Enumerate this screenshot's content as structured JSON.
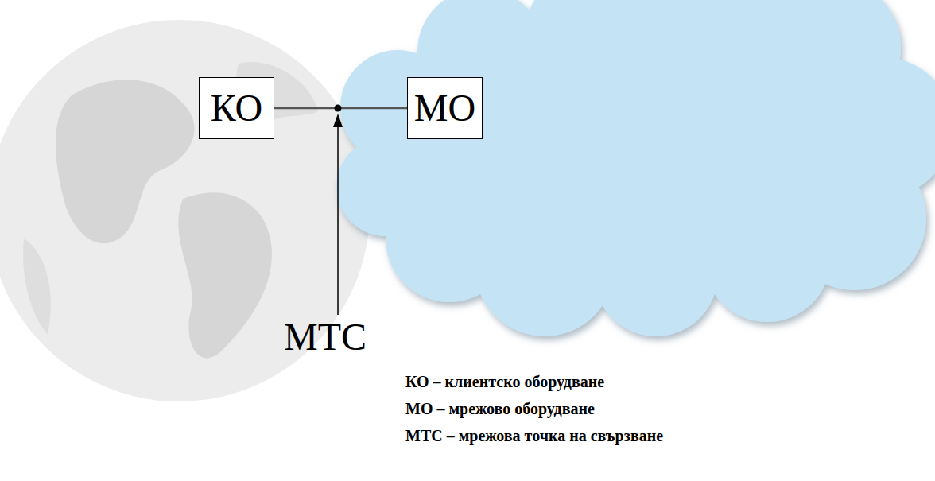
{
  "diagram": {
    "nodes": [
      {
        "text": [
          "КО"
        ]
      },
      {
        "text": [
          "МО"
        ]
      }
    ],
    "edges": [
      {
        "from": 0,
        "to": 1,
        "arrow": "none"
      }
    ],
    "labels": [
      "МТС",
      "КО – клиентско оборудване",
      "МО – мрежово оборудване",
      "МТС – мрежова точка на свързване"
    ]
  }
}
